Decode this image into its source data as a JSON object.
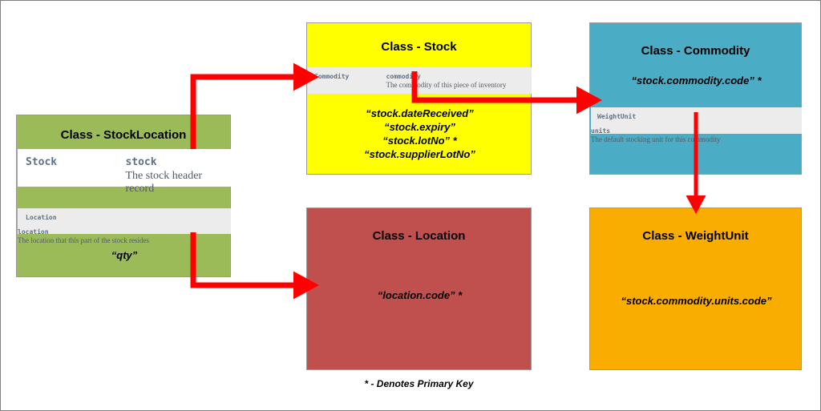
{
  "diagram": {
    "legend": "* - Denotes Primary Key",
    "colors": {
      "stocklocation": "#9bbb59",
      "stock": "#ffff00",
      "commodity": "#4bacc6",
      "location": "#c0504d",
      "weightunit": "#f9ad00",
      "arrow": "#ff0000",
      "attr_row": "#ececec",
      "attr_type_text": "#5b7287",
      "border": "#9a9a9a"
    },
    "classes": [
      {
        "id": "stocklocation",
        "title": "Class - StockLocation",
        "attributes": [
          {
            "type": "Stock",
            "name": "stock",
            "description": "The stock header record"
          },
          {
            "type": "Location",
            "name": "location",
            "description": "The location that this part of the stock resides"
          }
        ],
        "properties": [
          "“qty”"
        ]
      },
      {
        "id": "stock",
        "title": "Class - Stock",
        "attributes": [
          {
            "type": "Commodity",
            "name": "commodity",
            "description": "The commodity of this piece of inventory"
          }
        ],
        "properties": [
          "“stock.dateReceived”",
          "“stock.expiry”",
          "“stock.lotNo” *",
          "“stock.supplierLotNo”"
        ]
      },
      {
        "id": "commodity",
        "title": "Class - Commodity",
        "attributes": [
          {
            "type": "WeightUnit",
            "name": "units",
            "description": "The default stocking unit for this commodity"
          }
        ],
        "properties": [
          "“stock.commodity.code” *"
        ]
      },
      {
        "id": "location",
        "title": "Class - Location",
        "attributes": [],
        "properties": [
          "“location.code” *"
        ]
      },
      {
        "id": "weightunit",
        "title": "Class - WeightUnit",
        "attributes": [],
        "properties": [
          "“stock.commodity.units.code”"
        ]
      }
    ],
    "relationships": [
      {
        "from": "stocklocation.stock",
        "to": "stock"
      },
      {
        "from": "stocklocation.location",
        "to": "location"
      },
      {
        "from": "stock.commodity",
        "to": "commodity"
      },
      {
        "from": "commodity.units",
        "to": "weightunit"
      }
    ]
  }
}
